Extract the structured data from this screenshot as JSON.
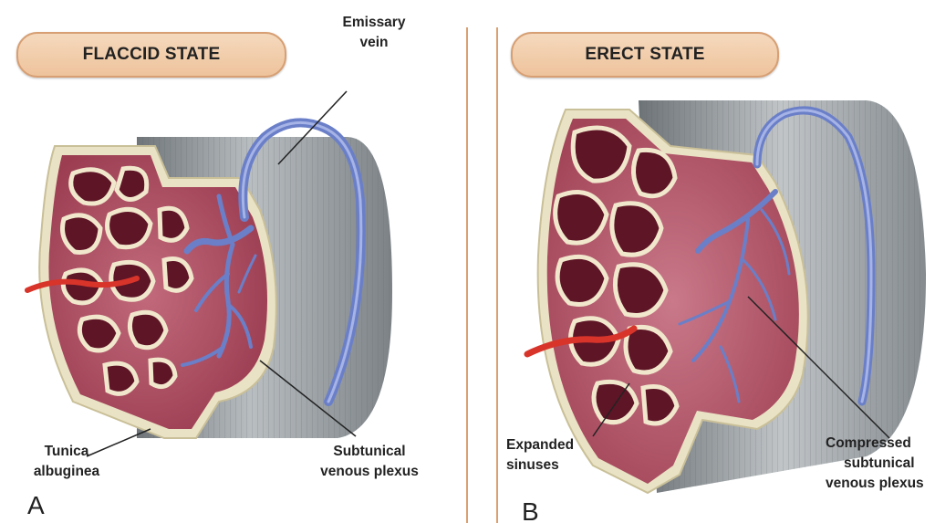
{
  "panel_a": {
    "title": "FLACCID STATE",
    "letter": "A",
    "labels": {
      "emissary_vein": [
        "Emissary",
        "vein"
      ],
      "tunica_albuginea": [
        "Tunica",
        "albuginea"
      ],
      "subtunical_plexus": [
        "Subtunical",
        "venous plexus"
      ]
    }
  },
  "panel_b": {
    "title": "ERECT STATE",
    "letter": "B",
    "labels": {
      "expanded_sinuses": [
        "Expanded",
        "sinuses"
      ],
      "compressed_plexus": [
        "Compressed",
        "subtunical",
        "venous plexus"
      ]
    }
  },
  "colors": {
    "pill_fill": "#f1cdaa",
    "divider": "#d9a070",
    "tissue": "#8a2f42",
    "sinus": "#5e1526",
    "vein": "#6a7fc8",
    "tunica": "#e9e2c4",
    "sheath": "#9aa0a4",
    "artery": "#d8342a"
  }
}
